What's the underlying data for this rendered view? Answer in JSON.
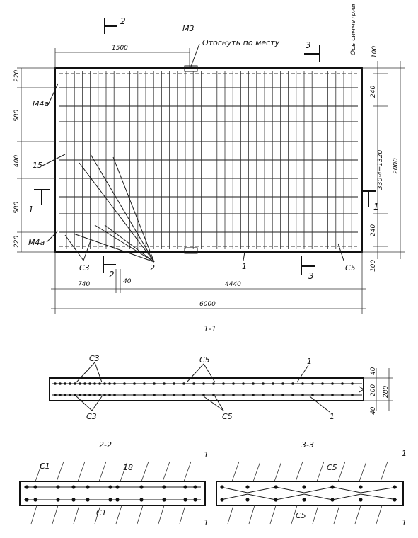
{
  "plan": {
    "dims_top": {
      "d1500": "1500",
      "d100": "100"
    },
    "dims_left": [
      "220",
      "580",
      "400",
      "580",
      "220"
    ],
    "dims_right_inner": [
      "240",
      "240"
    ],
    "dims_right_outer": {
      "spacing": "330·4=1320",
      "total": "2000",
      "bottom": "100"
    },
    "dims_bottom": {
      "d740": "740",
      "d40": "40",
      "d4440": "4440",
      "total": "6000"
    },
    "labels": {
      "m3": "М3",
      "bend_note": "Отогнуть по месту",
      "symmetry": "Ось симметрии",
      "m4a_top": "М4а",
      "m4a_bottom": "М4а",
      "item15": "15",
      "c3": "С3",
      "item2": "2",
      "item1": "1",
      "c5": "С5"
    },
    "section_marks": {
      "s1": "1",
      "s2": "2",
      "s3": "3"
    }
  },
  "section_1_1": {
    "title": "1-1",
    "c3_top": "С3",
    "c5_top": "С5",
    "item1_top": "1",
    "c3_bottom": "С3",
    "c5_bottom": "С5",
    "item1_bottom": "1",
    "dims": [
      "40",
      "200",
      "40"
    ],
    "total": "280"
  },
  "section_2_2": {
    "title": "2-2",
    "c1": "С1",
    "item18": "18",
    "c1_bottom": "С1",
    "item1_top": "1",
    "item1_bottom": "1"
  },
  "section_3_3": {
    "title": "3-3",
    "c5_top": "С5",
    "c5_bottom": "С5",
    "item1_top": "1",
    "item1_bottom": "1"
  }
}
